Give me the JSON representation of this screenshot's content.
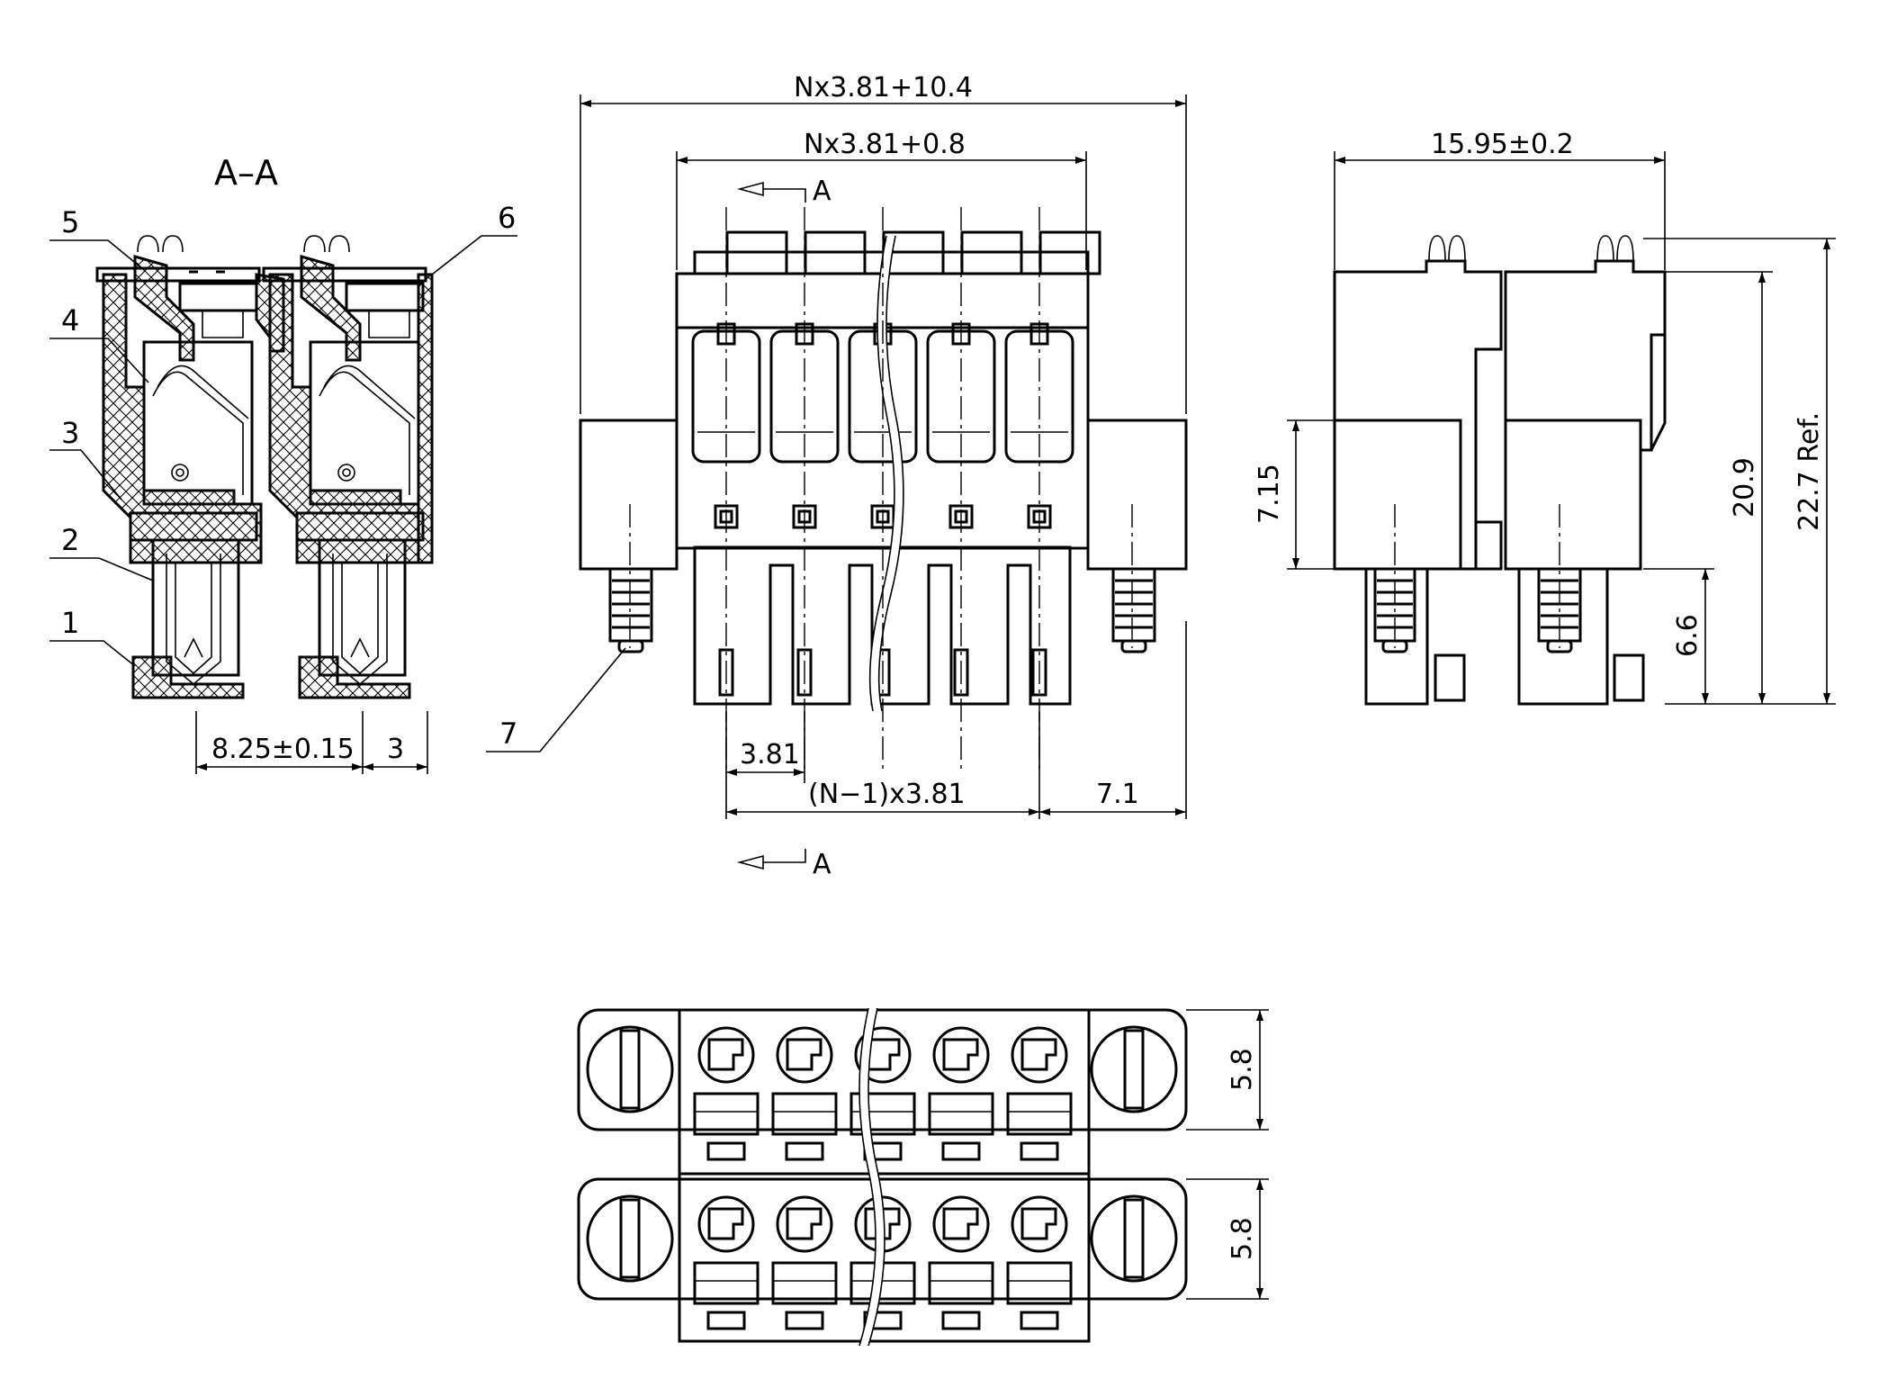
{
  "section_view": {
    "title": "A–A",
    "part_labels": [
      "1",
      "2",
      "3",
      "4",
      "5",
      "6",
      "7"
    ],
    "dimensions": {
      "pitch": "8.25±0.15",
      "offset": "3"
    }
  },
  "front_view": {
    "section_marker": "A",
    "dimensions": {
      "overall_width": "Nx3.81+10.4",
      "body_width": "Nx3.81+0.8",
      "pitch": "3.81",
      "pitch_span": "(N−1)x3.81",
      "end_offset": "7.1"
    }
  },
  "side_view": {
    "dimensions": {
      "depth": "15.95±0.2",
      "flange_height": "7.15",
      "body_height": "20.9",
      "overall_height": "22.7 Ref.",
      "pin_height": "6.6"
    }
  },
  "top_view": {
    "dimensions": {
      "row_1_height": "5.8",
      "row_2_height": "5.8"
    }
  }
}
